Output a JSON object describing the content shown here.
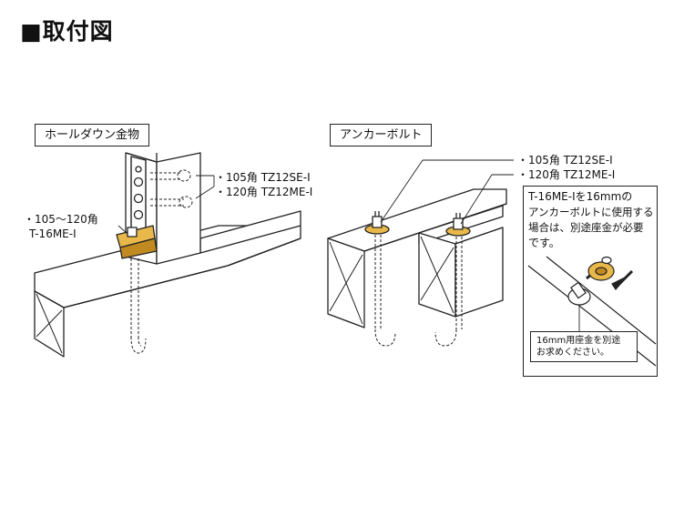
{
  "page": {
    "heading": "■取付図"
  },
  "holddown": {
    "label": "ホールダウン金物",
    "note_left_line1": "・105〜120角",
    "note_left_line2": "T-16ME-I",
    "note_right_line1": "・105角  TZ12SE-I",
    "note_right_line2": "・120角  TZ12ME-I"
  },
  "anchor": {
    "label": "アンカーボルト",
    "note_line1": "・105角  TZ12SE-I",
    "note_line2": "・120角  TZ12ME-I"
  },
  "callout": {
    "line1": "T-16ME-Iを16mmの",
    "line2": "アンカーボルトに使用する",
    "line3": "場合は、別途座金が必要",
    "line4": "です。",
    "box_line1": "16mm用座金を別途",
    "box_line2": "お求めください。"
  },
  "colors": {
    "line": "#222222",
    "washer": "#e8b84a",
    "washer_dark": "#c08a20",
    "shade": "#cccccc"
  }
}
